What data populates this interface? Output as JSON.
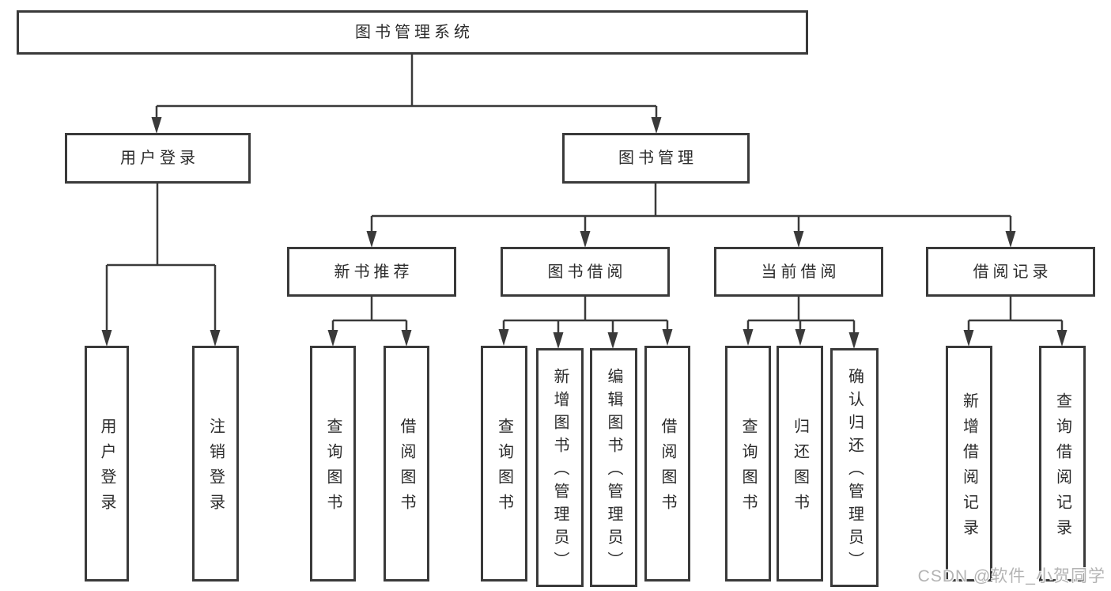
{
  "palette": {
    "line": "#3a3a3a",
    "text": "#2b2b2b",
    "background": "#ffffff",
    "watermark_gray": "#b4b4b4"
  },
  "nodes": {
    "root": {
      "label": "图书管理系统"
    },
    "user_login": {
      "label": "用户登录"
    },
    "book_mgmt": {
      "label": "图书管理"
    },
    "new_book_rec": {
      "label": "新书推荐"
    },
    "book_borrow": {
      "label": "图书借阅"
    },
    "current_borrow": {
      "label": "当前借阅"
    },
    "borrow_records": {
      "label": "借阅记录"
    },
    "ul_user_login": {
      "label": "用户登录"
    },
    "ul_logout": {
      "label": "注销登录"
    },
    "nb_query_book": {
      "label": "查询图书"
    },
    "nb_borrow_book": {
      "label": "借阅图书"
    },
    "bb_query_book": {
      "label": "查询图书"
    },
    "bb_add_book": {
      "label": "新增图书（管理员）"
    },
    "bb_edit_book": {
      "label": "编辑图书（管理员）"
    },
    "bb_borrow_book": {
      "label": "借阅图书"
    },
    "cb_query_book": {
      "label": "查询图书"
    },
    "cb_return_book": {
      "label": "归还图书"
    },
    "cb_confirm_return": {
      "label": "确认归还（管理员）"
    },
    "br_add_record": {
      "label": "新增借阅记录"
    },
    "br_query_record": {
      "label": "查询借阅记录"
    }
  },
  "hierarchy": [
    {
      "parent": "图书管理系统",
      "children": [
        "用户登录",
        "图书管理"
      ]
    },
    {
      "parent": "用户登录",
      "children": [
        "用户登录",
        "注销登录"
      ]
    },
    {
      "parent": "图书管理",
      "children": [
        "新书推荐",
        "图书借阅",
        "当前借阅",
        "借阅记录"
      ]
    },
    {
      "parent": "新书推荐",
      "children": [
        "查询图书",
        "借阅图书"
      ]
    },
    {
      "parent": "图书借阅",
      "children": [
        "查询图书",
        "新增图书（管理员）",
        "编辑图书（管理员）",
        "借阅图书"
      ]
    },
    {
      "parent": "当前借阅",
      "children": [
        "查询图书",
        "归还图书",
        "确认归还（管理员）"
      ]
    },
    {
      "parent": "借阅记录",
      "children": [
        "新增借阅记录",
        "查询借阅记录"
      ]
    }
  ],
  "watermark": {
    "text": "CSDN @软件_小贺同学"
  }
}
